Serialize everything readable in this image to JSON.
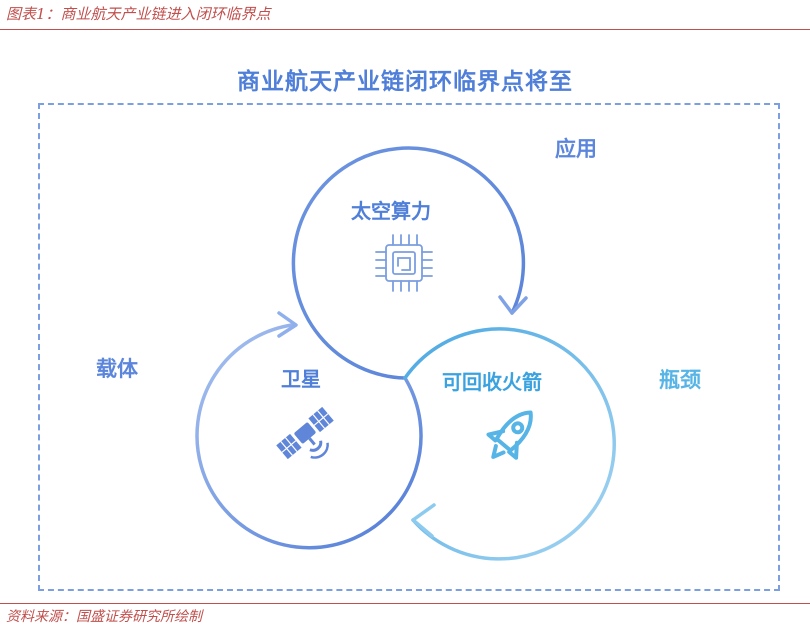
{
  "caption": "图表1：商业航天产业链进入闭环临界点",
  "source": "资料来源：国盛证券研究所绘制",
  "diagram": {
    "title": "商业航天产业链闭环临界点将至",
    "outer_labels": {
      "application": "应用",
      "carrier": "载体",
      "bottleneck": "瓶颈"
    },
    "circles": [
      {
        "label": "太空算力",
        "icon": "chip-icon"
      },
      {
        "label": "卫星",
        "icon": "satellite-icon"
      },
      {
        "label": "可回收火箭",
        "icon": "rocket-icon"
      }
    ]
  },
  "colors": {
    "caption_red": "#c0504d",
    "title_blue": "#4f7fd8",
    "circle_blue": "#5b86dc",
    "rocket_cyan": "#56b4e6",
    "frame_blue": "#7b9fe0"
  }
}
